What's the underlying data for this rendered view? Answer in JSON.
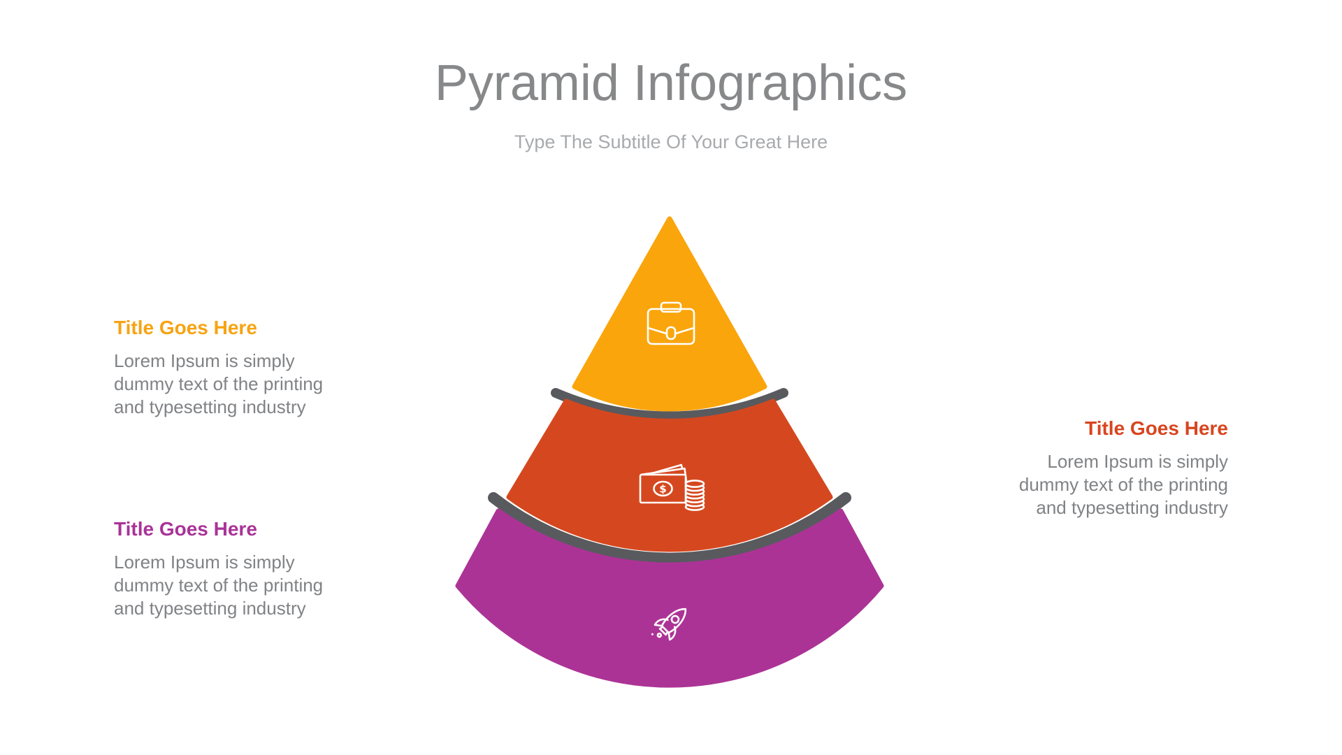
{
  "header": {
    "title": "Pyramid Infographics",
    "subtitle": "Type The Subtitle Of Your Great Here"
  },
  "callouts": [
    {
      "position": "left-top",
      "tier": "top",
      "title": "Title Goes Here",
      "accent": "#F7A312",
      "body_lines": [
        "Lorem Ipsum is simply",
        "dummy text of the printing",
        "and typesetting industry"
      ]
    },
    {
      "position": "right-middle",
      "tier": "middle",
      "title": "Title Goes Here",
      "accent": "#D8451F",
      "body_lines": [
        "Lorem Ipsum is simply",
        "dummy text of the printing",
        "and typesetting industry"
      ]
    },
    {
      "position": "left-bottom",
      "tier": "bottom",
      "title": "Title Goes Here",
      "accent": "#A93398",
      "body_lines": [
        "Lorem Ipsum is simply",
        "dummy text of the printing",
        "and typesetting industry"
      ]
    }
  ],
  "pyramid": {
    "separator_color": "#595A5E",
    "icon_stroke": "#FFFFFF",
    "tiers": [
      {
        "label": "top",
        "color": "#FAA50C",
        "icon": "briefcase-icon"
      },
      {
        "label": "middle",
        "color": "#D5481F",
        "icon": "money-icon",
        "dollar_sign": "$"
      },
      {
        "label": "bottom",
        "color": "#AC3396",
        "icon": "rocket-icon"
      }
    ]
  }
}
